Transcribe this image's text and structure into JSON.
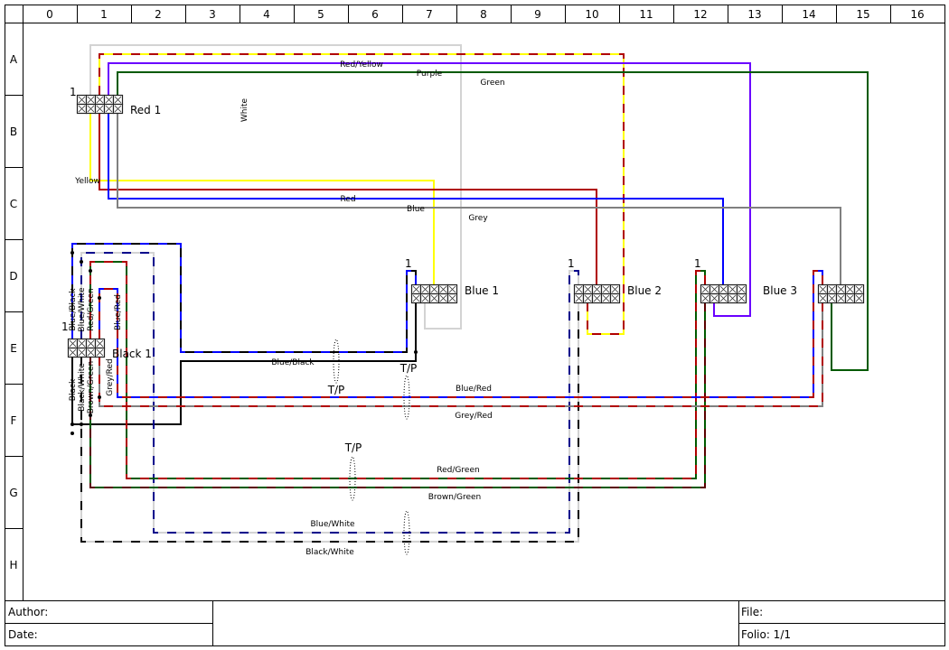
{
  "grid": {
    "columns": [
      "0",
      "1",
      "2",
      "3",
      "4",
      "5",
      "6",
      "7",
      "8",
      "9",
      "10",
      "11",
      "12",
      "13",
      "14",
      "15",
      "16"
    ],
    "rows": [
      "A",
      "B",
      "C",
      "D",
      "E",
      "F",
      "G",
      "H"
    ]
  },
  "connectors": {
    "red1": {
      "name": "Red 1",
      "pin": "1"
    },
    "blue1": {
      "name": "Blue 1",
      "pin": "1"
    },
    "blue2": {
      "name": "Blue 2",
      "pin": "1"
    },
    "blue3": {
      "name": "Blue 3",
      "pin": "1"
    },
    "black1": {
      "name": "Black 1",
      "pin": "1"
    }
  },
  "wires": {
    "white": "White",
    "red_yellow": "Red/Yellow",
    "purple": "Purple",
    "green": "Green",
    "yellow": "Yellow",
    "red": "Red",
    "blue": "Blue",
    "grey": "Grey",
    "blue_black": "Blue/Black",
    "black": "Black",
    "blue_white": "Blue/White",
    "black_white": "Black/White",
    "red_green": "Red/Green",
    "brown_green": "Brown/Green",
    "blue_red": "Blue/Red",
    "grey_red": "Grey/Red"
  },
  "twisted_pair_label": "T/P",
  "title_block": {
    "author": "Author:",
    "date": "Date:",
    "file": "File:",
    "folio": "Folio: 1/1"
  },
  "colors": {
    "white": "#d3d3d3",
    "red": "#b00000",
    "yellow": "#ffff00",
    "purple": "#6a00ff",
    "green": "#005a00",
    "blue": "#0000ff",
    "grey": "#808080",
    "black": "#000000",
    "navy": "#00008b",
    "brown": "#5a0000"
  }
}
